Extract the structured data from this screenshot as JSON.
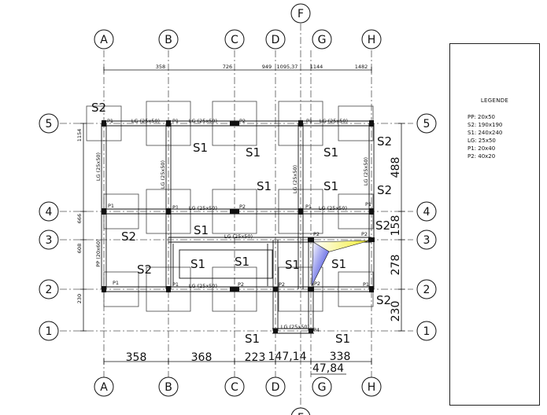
{
  "axes_letters": [
    "A",
    "B",
    "C",
    "D",
    "F",
    "G",
    "H"
  ],
  "axes_numbers": [
    "1",
    "2",
    "3",
    "4",
    "5"
  ],
  "top_dims": [
    "358",
    "726",
    "949",
    "1095,37",
    "1144",
    "1482"
  ],
  "left_dims": [
    "1154",
    "666",
    "608",
    "230"
  ],
  "left_beam_labels": [
    "LG (25x50)",
    "LG (25x50)",
    "PP (20x60)"
  ],
  "bottom_dims": [
    "358",
    "368",
    "223",
    "147,14",
    "338",
    "47,84"
  ],
  "right_dims": [
    "488",
    "158",
    "278",
    "230"
  ],
  "beam_labels": {
    "lg": "LG (25x50)"
  },
  "post_labels": {
    "p1": "P1",
    "p2": "P2",
    "p4": "P4"
  },
  "slab_labels": {
    "s1": "S1",
    "s2": "S2"
  },
  "legend": {
    "title": "LEGENDE",
    "items": [
      "PP: 20x50",
      "S2: 190x190",
      "S1: 240x240",
      "LG: 25x50",
      "P1: 20x40",
      "P2: 40x20"
    ]
  },
  "colors": {
    "ink": "#111111",
    "footing": "#444444",
    "blue": "#1a22d8",
    "yellow": "#f2ec2a"
  }
}
